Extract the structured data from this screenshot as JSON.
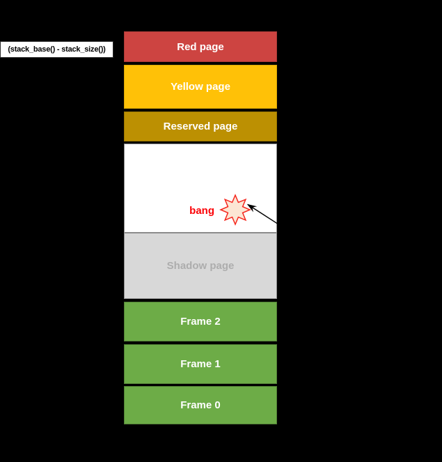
{
  "diagram": {
    "background_color": "#000000",
    "address_label": "(stack_base() - stack_size())",
    "stack_boxes": [
      {
        "name": "red-page",
        "label": "Red page",
        "fill": "#cd4441",
        "text_color": "#ffffff"
      },
      {
        "name": "yellow-page",
        "label": "Yellow page",
        "fill": "#ffc107",
        "text_color": "#ffffff"
      },
      {
        "name": "reserved-page",
        "label": "Reserved page",
        "fill": "#bc9002",
        "text_color": "#ffffff"
      },
      {
        "name": "fault-page",
        "label": "",
        "fill": "#ffffff",
        "text_color": "#000000"
      },
      {
        "name": "shadow-page",
        "label": "Shadow page",
        "fill": "#d8d8d8",
        "text_color": "#adadad"
      },
      {
        "name": "frame-2",
        "label": "Frame 2",
        "fill": "#6dac47",
        "text_color": "#ffffff"
      },
      {
        "name": "frame-1",
        "label": "Frame 1",
        "fill": "#6dac47",
        "text_color": "#ffffff"
      },
      {
        "name": "frame-0",
        "label": "Frame 0",
        "fill": "#6dac47",
        "text_color": "#ffffff"
      }
    ],
    "bang": {
      "label": "bang",
      "text_color": "#fb0207",
      "star_fill": "#fce6d4",
      "star_stroke": "#f5261d"
    },
    "arrow_color": "#000000"
  }
}
